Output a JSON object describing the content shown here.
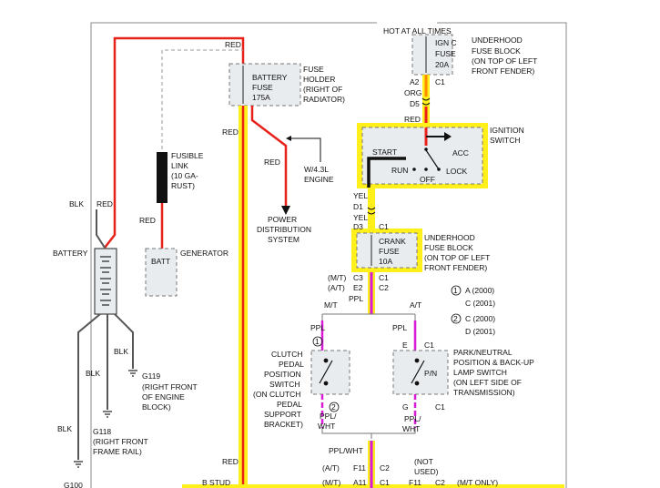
{
  "top": {
    "hot_at_all_times": "HOT AT ALL TIMES",
    "ign_fuse": [
      "IGN C",
      "FUSE",
      "20A"
    ],
    "underhood_fuse_block": [
      "UNDERHOOD",
      "FUSE BLOCK",
      "(ON TOP OF LEFT",
      "FRONT FENDER)"
    ],
    "a2": "A2",
    "c1_top": "C1",
    "org": "ORG",
    "d5": "D5",
    "red_ign": "RED"
  },
  "battery_fuse": {
    "lines": [
      "BATTERY",
      "FUSE",
      "175A"
    ],
    "holder": [
      "FUSE",
      "HOLDER",
      "(RIGHT OF",
      "RADIATOR)"
    ],
    "red_top": "RED"
  },
  "ignition_switch": {
    "title": [
      "IGNITION",
      "SWITCH"
    ],
    "start": "START",
    "acc": "ACC",
    "run": "RUN",
    "lock": "LOCK",
    "off": "OFF"
  },
  "crank_fuse": {
    "lines": [
      "CRANK",
      "FUSE",
      "10A"
    ],
    "block": [
      "UNDERHOOD",
      "FUSE BLOCK",
      "(ON TOP OF LEFT",
      "FRONT FENDER)"
    ],
    "yel1": "YEL",
    "d1": "D1",
    "yel2": "YEL",
    "d3": "D3",
    "c1": "C1",
    "mt": "(M/T)",
    "c3": "C3",
    "at": "(A/T)",
    "e2": "E2",
    "c1b": "C1",
    "c2": "C2",
    "ppl": "PPL"
  },
  "legend": {
    "a2000": "A (2000)",
    "c2001": "C (2001)",
    "c2000": "C (2000)",
    "d2001": "D (2001)"
  },
  "left": {
    "red_main": "RED",
    "fusible": [
      "FUSIBLE",
      "LINK",
      "(10 GA-",
      "RUST)"
    ],
    "red_fl": "RED",
    "blk": "BLK",
    "red_batt": "RED",
    "battery": "BATTERY",
    "batt": "BATT",
    "generator": "GENERATOR",
    "blk2": "BLK",
    "blk3": "BLK",
    "blk4": "BLK",
    "g119": [
      "G119",
      "(RIGHT FRONT",
      "OF ENGINE",
      "BLOCK)"
    ],
    "g118": [
      "G118",
      "(RIGHT FRONT",
      "FRAME RAIL)"
    ],
    "g100": "G100"
  },
  "middle": {
    "red_v": "RED",
    "red_branch": "RED",
    "engine": [
      "W/4.3L",
      "ENGINE"
    ],
    "pds": [
      "POWER",
      "DISTRIBUTION",
      "SYSTEM"
    ],
    "red_bottom": "RED",
    "b_stud": "B STUD"
  },
  "clutch": {
    "mt": "M/T",
    "ppl": "PPL",
    "one": "1",
    "two": "2",
    "label": [
      "CLUTCH",
      "PEDAL",
      "POSITION",
      "SWITCH",
      "(ON CLUTCH",
      "PEDAL",
      "SUPPORT",
      "BRACKET)"
    ],
    "pplwht": [
      "PPL/",
      "WHT"
    ]
  },
  "pn": {
    "at": "A/T",
    "ppl": "PPL",
    "e": "E",
    "c1": "C1",
    "mark": "P/N",
    "label": [
      "PARK/NEUTRAL",
      "POSITION & BACK-UP",
      "LAMP SWITCH",
      "(ON LEFT SIDE OF",
      "TRANSMISSION)"
    ],
    "g": "G",
    "c1b": "C1",
    "pplwht": [
      "PPL/",
      "WHT"
    ]
  },
  "bottom": {
    "pplwht": "PPL/WHT",
    "at": "(A/T)",
    "f11": "F11",
    "c2": "C2",
    "mt": "(M/T)",
    "a11": "A11",
    "c1": "C1",
    "not_used": [
      "(NOT",
      "USED)"
    ],
    "f11b": "F11",
    "c2b": "C2",
    "mt_only": "(M/T ONLY)"
  },
  "colors": {
    "red": "#e8221b",
    "yellow": "#ffef1a",
    "purple": "#d61ad6",
    "grey": "#555555"
  }
}
